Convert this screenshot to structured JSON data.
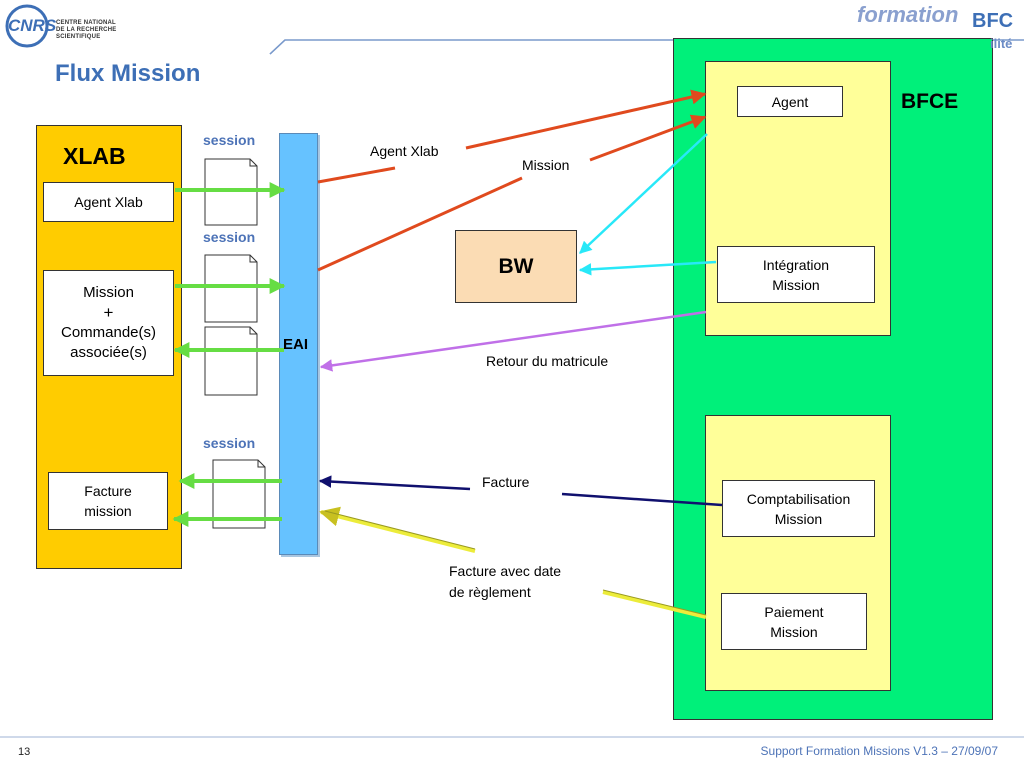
{
  "header": {
    "title": "Flux Mission",
    "cnrs_lines": [
      "CENTRE NATIONAL",
      "DE LA RECHERCHE",
      "SCIENTIFIQUE"
    ],
    "formation_word": "formation",
    "bfc_word": "BFC",
    "tagline_fragment": "ilité"
  },
  "xlab": {
    "label": "XLAB",
    "agent": "Agent Xlab",
    "mission_lines": [
      "Mission",
      "+",
      "Commande(s)",
      "associée(s)"
    ],
    "facture_lines": [
      "Facture",
      "mission"
    ]
  },
  "sessions": [
    "session",
    "session",
    "session"
  ],
  "eai": {
    "label": "EAI"
  },
  "bw": {
    "label": "BW"
  },
  "bfce": {
    "label": "BFCE",
    "agent": "Agent",
    "integration_lines": [
      "Intégration",
      "Mission"
    ],
    "comptabilisation_lines": [
      "Comptabilisation",
      "Mission"
    ],
    "paiement_lines": [
      "Paiement",
      "Mission"
    ]
  },
  "flows": {
    "agent_xlab": "Agent Xlab",
    "mission": "Mission",
    "retour": "Retour du matricule",
    "facture": "Facture",
    "facture_date_lines": [
      "Facture avec date",
      "de règlement"
    ]
  },
  "colors": {
    "xlab_fill": "#ffcc00",
    "eai_fill": "#66c2ff",
    "bw_fill": "#fbdcb4",
    "bfce_fill": "#00f07a",
    "bfce_inner_fill": "#ffff99",
    "arrow_red": "#e04a1e",
    "arrow_cyan": "#28e8f8",
    "arrow_violet": "#c070e8",
    "arrow_navy": "#10106e",
    "arrow_yellow": "#ecec3a",
    "arrow_green": "#66dd44",
    "title_blue": "#3d6fb6"
  },
  "footer": {
    "page_number": "13",
    "text": "Support Formation Missions V1.3 – 27/09/07"
  }
}
